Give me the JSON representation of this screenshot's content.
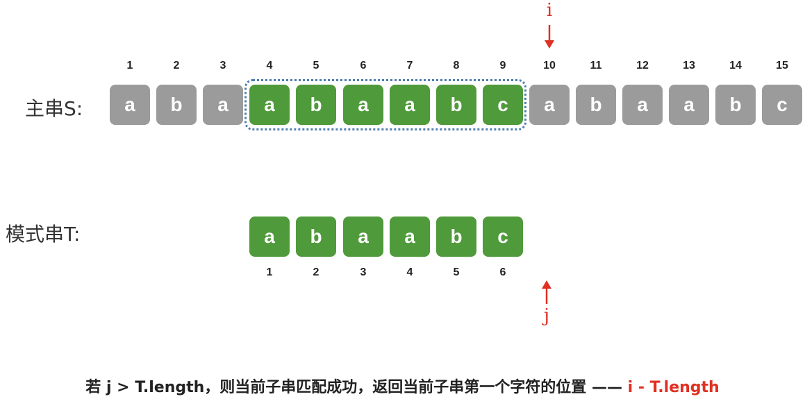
{
  "main_label": "主串S:",
  "pattern_label": "模式串T:",
  "main_string": {
    "indices": [
      "1",
      "2",
      "3",
      "4",
      "5",
      "6",
      "7",
      "8",
      "9",
      "10",
      "11",
      "12",
      "13",
      "14",
      "15"
    ],
    "chars": [
      "a",
      "b",
      "a",
      "a",
      "b",
      "a",
      "a",
      "b",
      "c",
      "a",
      "b",
      "a",
      "a",
      "b",
      "c"
    ],
    "highlight": [
      4,
      5,
      6,
      7,
      8,
      9
    ]
  },
  "pattern_string": {
    "indices": [
      "1",
      "2",
      "3",
      "4",
      "5",
      "6"
    ],
    "chars": [
      "a",
      "b",
      "a",
      "a",
      "b",
      "c"
    ]
  },
  "pointer_i": "i",
  "pointer_j": "j",
  "footer": {
    "text": "若 j > T.length，则当前子串匹配成功，返回当前子串第一个字符的位置 —— ",
    "highlight": "i - T.length"
  },
  "colors": {
    "match_green": "#4f9a3a",
    "unmatched_gray": "#9b9b9b",
    "frame_blue": "#4f7fae",
    "pointer_red": "#e03022"
  }
}
